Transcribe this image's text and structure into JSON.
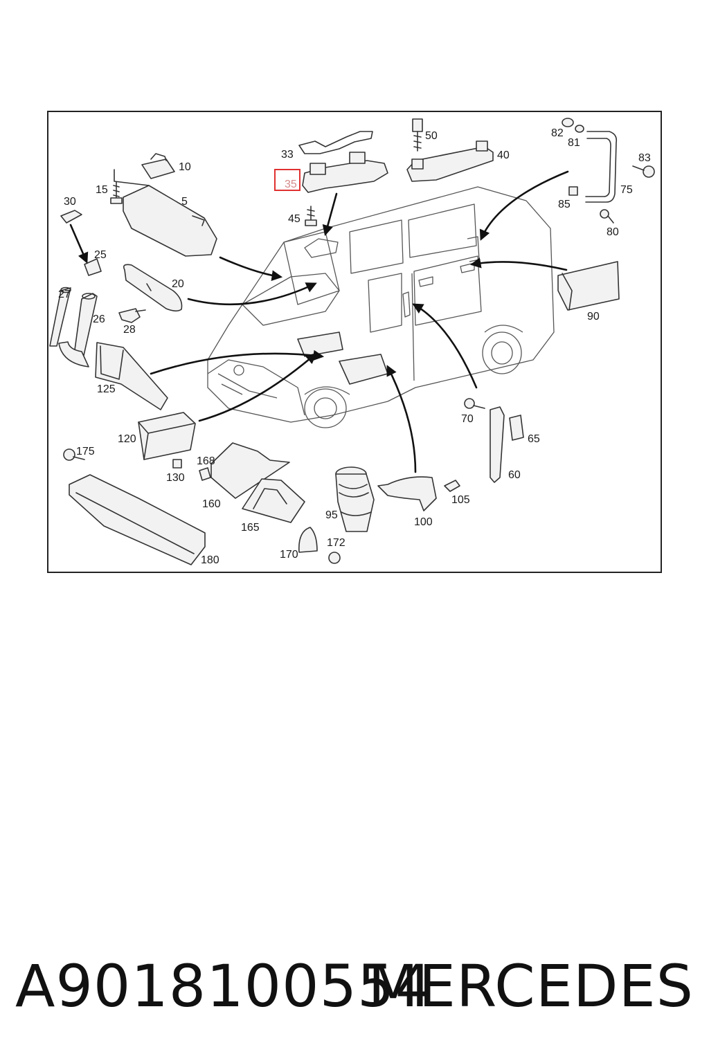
{
  "diagram": {
    "highlighted_label": "35",
    "highlight_color": "#e03030",
    "callouts": [
      "5",
      "10",
      "15",
      "20",
      "25",
      "26",
      "27",
      "28",
      "30",
      "33",
      "35",
      "40",
      "45",
      "50",
      "60",
      "65",
      "70",
      "75",
      "80",
      "81",
      "82",
      "83",
      "85",
      "90",
      "95",
      "100",
      "105",
      "120",
      "125",
      "130",
      "160",
      "165",
      "168",
      "170",
      "172",
      "175",
      "180"
    ]
  },
  "footer": {
    "part_number": "A9018100554",
    "brand": "MERCEDES"
  }
}
